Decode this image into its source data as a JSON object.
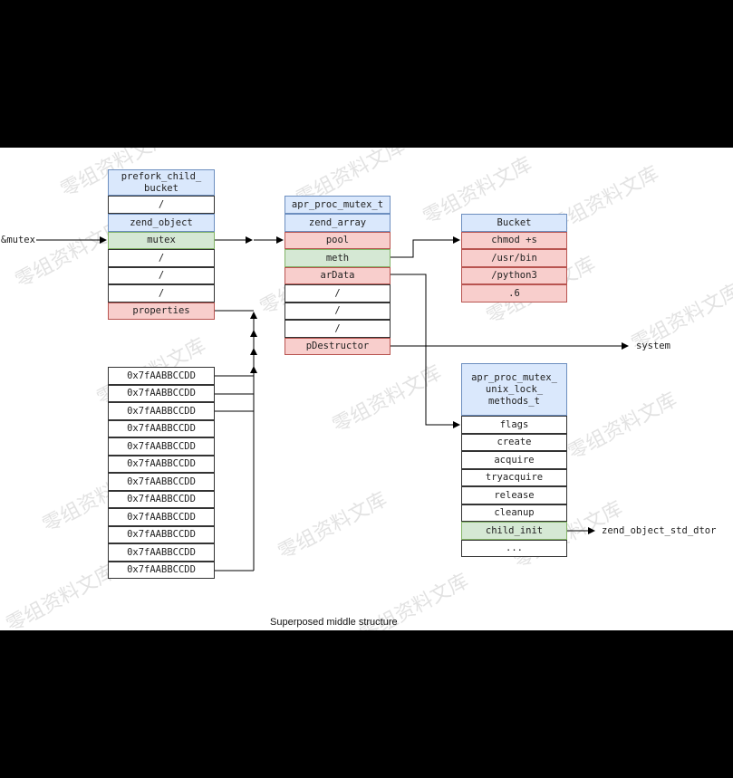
{
  "external_refs": {
    "mutex_ref": "&mutex",
    "system": "system",
    "zend_dtor": "zend_object_std_dtor"
  },
  "bucket1": {
    "header": "prefork_child_\nbucket",
    "rows": [
      "/",
      "zend_object",
      "mutex",
      "/",
      "/",
      "/",
      "properties"
    ]
  },
  "addresses": [
    "0x7fAABBCCDD",
    "0x7fAABBCCDD",
    "0x7fAABBCCDD",
    "0x7fAABBCCDD",
    "0x7fAABBCCDD",
    "0x7fAABBCCDD",
    "0x7fAABBCCDD",
    "0x7fAABBCCDD",
    "0x7fAABBCCDD",
    "0x7fAABBCCDD",
    "0x7fAABBCCDD",
    "0x7fAABBCCDD"
  ],
  "mutex_t": {
    "header": "apr_proc_mutex_t",
    "rows": [
      "zend_array",
      "pool",
      "meth",
      "arData",
      "/",
      "/",
      "/",
      "pDestructor"
    ]
  },
  "bucket2": {
    "header": "Bucket",
    "rows": [
      "chmod +s",
      "/usr/bin",
      "/python3",
      ".6"
    ]
  },
  "methods": {
    "header": "apr_proc_mutex_\nunix_lock_\nmethods_t",
    "rows": [
      "flags",
      "create",
      "acquire",
      "tryacquire",
      "release",
      "cleanup",
      "child_init",
      "..."
    ]
  },
  "caption": "Superposed middle structure",
  "watermark": "零组资料文库",
  "colors": {
    "blue": "#dae8fc",
    "red": "#f8cecc",
    "green": "#d5e8d4"
  }
}
